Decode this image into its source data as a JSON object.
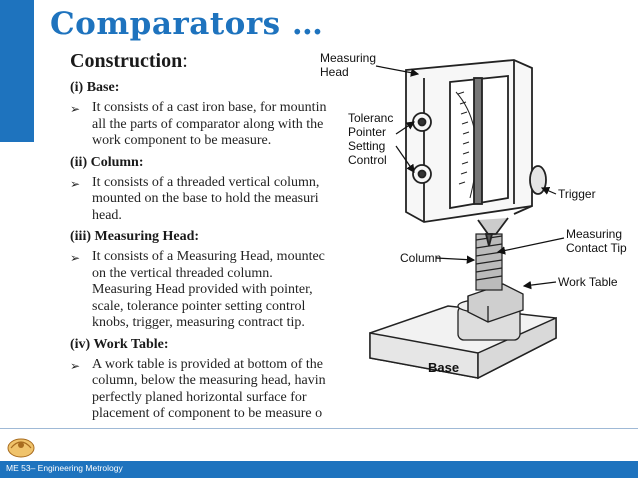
{
  "title": "Comparators …",
  "subtitle": "Construction",
  "subtitle_colon": ":",
  "sections": [
    {
      "heading": "(i) Base:",
      "text": "It consists of a cast iron base, for mountin\nall the parts of comparator along with the\nwork component to be measure."
    },
    {
      "heading": "(ii) Column:",
      "text": "It consists of a threaded vertical column,\nmounted on the base to hold the measuri\nhead."
    },
    {
      "heading": "(iii) Measuring Head:",
      "text": "It consists of a Measuring Head, mountec\non the vertical threaded column.\nMeasuring Head provided with pointer,\nscale, tolerance pointer setting control\nknobs, trigger, measuring contract tip."
    },
    {
      "heading": "(iv) Work Table:",
      "text": "A work table is provided at bottom of the\ncolumn, below the measuring head, havin\nperfectly planed horizontal surface for\nplacement of component to be measure o\ncheck."
    }
  ],
  "bullet_glyph": "➢",
  "figure_labels": {
    "measuring_head_1": "Measuring",
    "measuring_head_2": "Head",
    "tolerance_1": "Toleranc",
    "tolerance_2": "Pointer",
    "tolerance_3": "Setting",
    "tolerance_4": "Control",
    "trigger": "Trigger",
    "contact_1": "Measuring",
    "contact_2": "Contact Tip",
    "column": "Column",
    "work_table": "Work Table",
    "base": "Base"
  },
  "footer": "ME 53– Engineering Metrology",
  "colors": {
    "accent": "#1e73be"
  }
}
